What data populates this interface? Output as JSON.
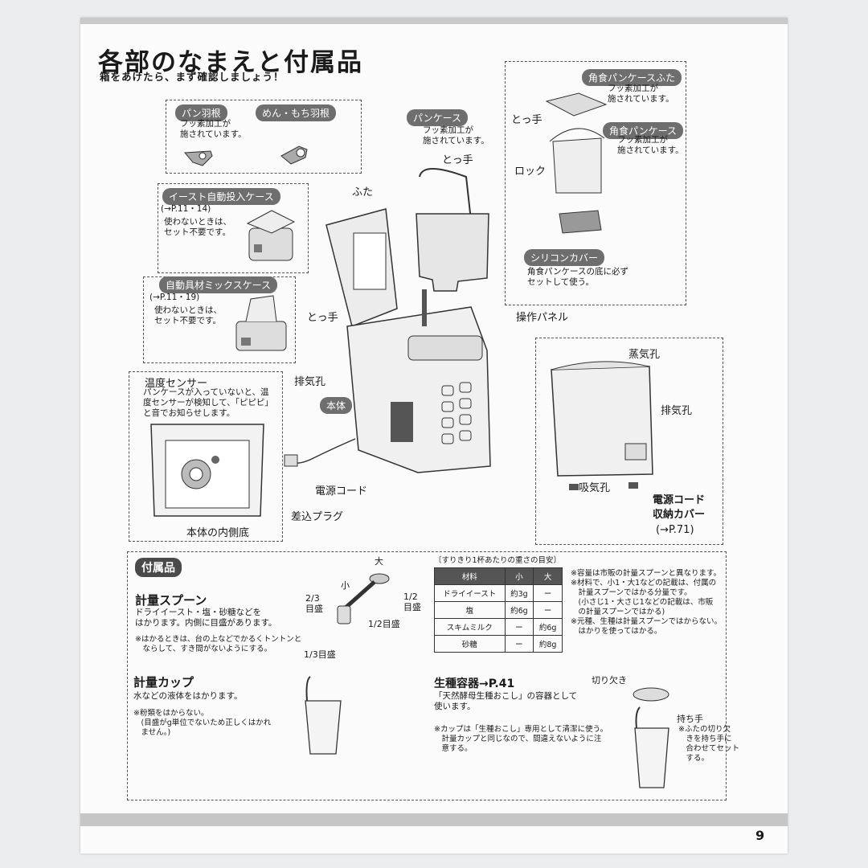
{
  "header": {
    "title": "各部のなまえと付属品",
    "subtitle": "箱をあけたら、まず確認しましょう！"
  },
  "blades": {
    "tag1": "パン羽根",
    "tag2": "めん・もち羽根",
    "note": "フッ素加工が\n施されています。"
  },
  "yeast_case": {
    "tag": "イースト自動投入ケース",
    "ref": "(→P.11・14)",
    "note": "使わないときは、\nセット不要です。"
  },
  "mix_case": {
    "tag": "自動具材ミックスケース",
    "ref": "(→P.11・19)",
    "note": "使わないときは、\nセット不要です。"
  },
  "sensor": {
    "tag": "温度センサー",
    "note": "パンケースが入っていないと、温\n度センサーが検知して、「ピピピ」\nと音でお知らせします。",
    "inner": "本体の内側底"
  },
  "pan_case": {
    "tag": "パンケース",
    "note": "フッ素加工が\n施されています。",
    "handle": "とっ手"
  },
  "main_labels": {
    "lid": "ふた",
    "handle": "とっ手",
    "panel": "操作パネル",
    "exhaust": "排気孔",
    "body": "本体",
    "cord": "電源コード",
    "plug": "差込プラグ"
  },
  "square_case": {
    "lid_tag": "角食パンケースふた",
    "lid_note": "フッ素加工が\n施されています。",
    "handle": "とっ手",
    "case_tag": "角食パンケース",
    "case_note": "フッ素加工が\n施されています。",
    "lock": "ロック",
    "cover_tag": "シリコンカバー",
    "cover_note": "角食パンケースの底に必ず\nセットして使う。"
  },
  "rear": {
    "steam": "蒸気孔",
    "exhaust": "排気孔",
    "intake": "吸気孔",
    "cord_cover": "電源コード\n収納カバー",
    "ref": "(→P.71)"
  },
  "accessories": {
    "tag": "付属品",
    "spoon_title": "計量スプーン",
    "spoon_desc": "ドライイースト・塩・砂糖などを\nはかります。内側に目盛があります。",
    "spoon_note": "※はかるときは、台の上などでかるくトントンと\n　ならして、すき間がないようにする。",
    "spoon_labels": {
      "large": "大",
      "small": "小",
      "two_thirds": "2/3\n目盛",
      "half_right": "1/2\n目盛",
      "half": "1/2目盛",
      "third": "1/3目盛"
    },
    "table_caption": "〔すりきり1杯あたりの重さの目安〕",
    "table_headers": [
      "材料",
      "小",
      "大"
    ],
    "table_rows": [
      [
        "ドライイースト",
        "約3g",
        "ー"
      ],
      [
        "塩",
        "約6g",
        "ー"
      ],
      [
        "スキムミルク",
        "ー",
        "約6g"
      ],
      [
        "砂糖",
        "ー",
        "約8g"
      ]
    ],
    "table_notes": "※容量は市販の計量スプーンと異なります。\n※材料で、小1・大1などの記載は、付属の\n　計量スプーンではかる分量です。\n　(小さじ1・大さじ1などの記載は、市販\n　の計量スプーンではかる)\n※元種、生種は計量スプーンではからない。\n　はかりを使ってはかる。",
    "cup_title": "計量カップ",
    "cup_desc": "水などの液体をはかります。",
    "cup_note": "※粉類をはからない。\n　(目盛がg単位でないため正しくはかれ\n　ません。)",
    "starter_title": "生種容器→P.41",
    "starter_desc": "「天然酵母生種おこし」の容器として\n使います。",
    "starter_note": "※カップは「生種おこし」専用として清潔に使う。\n　計量カップと同じなので、間違えないように注\n　意する。",
    "notch": "切り欠き",
    "grip": "持ち手",
    "grip_note": "※ふたの切り欠\n　きを持ち手に\n　合わせてセット\n　する。"
  },
  "page_number": "9",
  "colors": {
    "tag": "#6e6e6e",
    "line": "#333333",
    "paper": "#fbfbfb"
  }
}
